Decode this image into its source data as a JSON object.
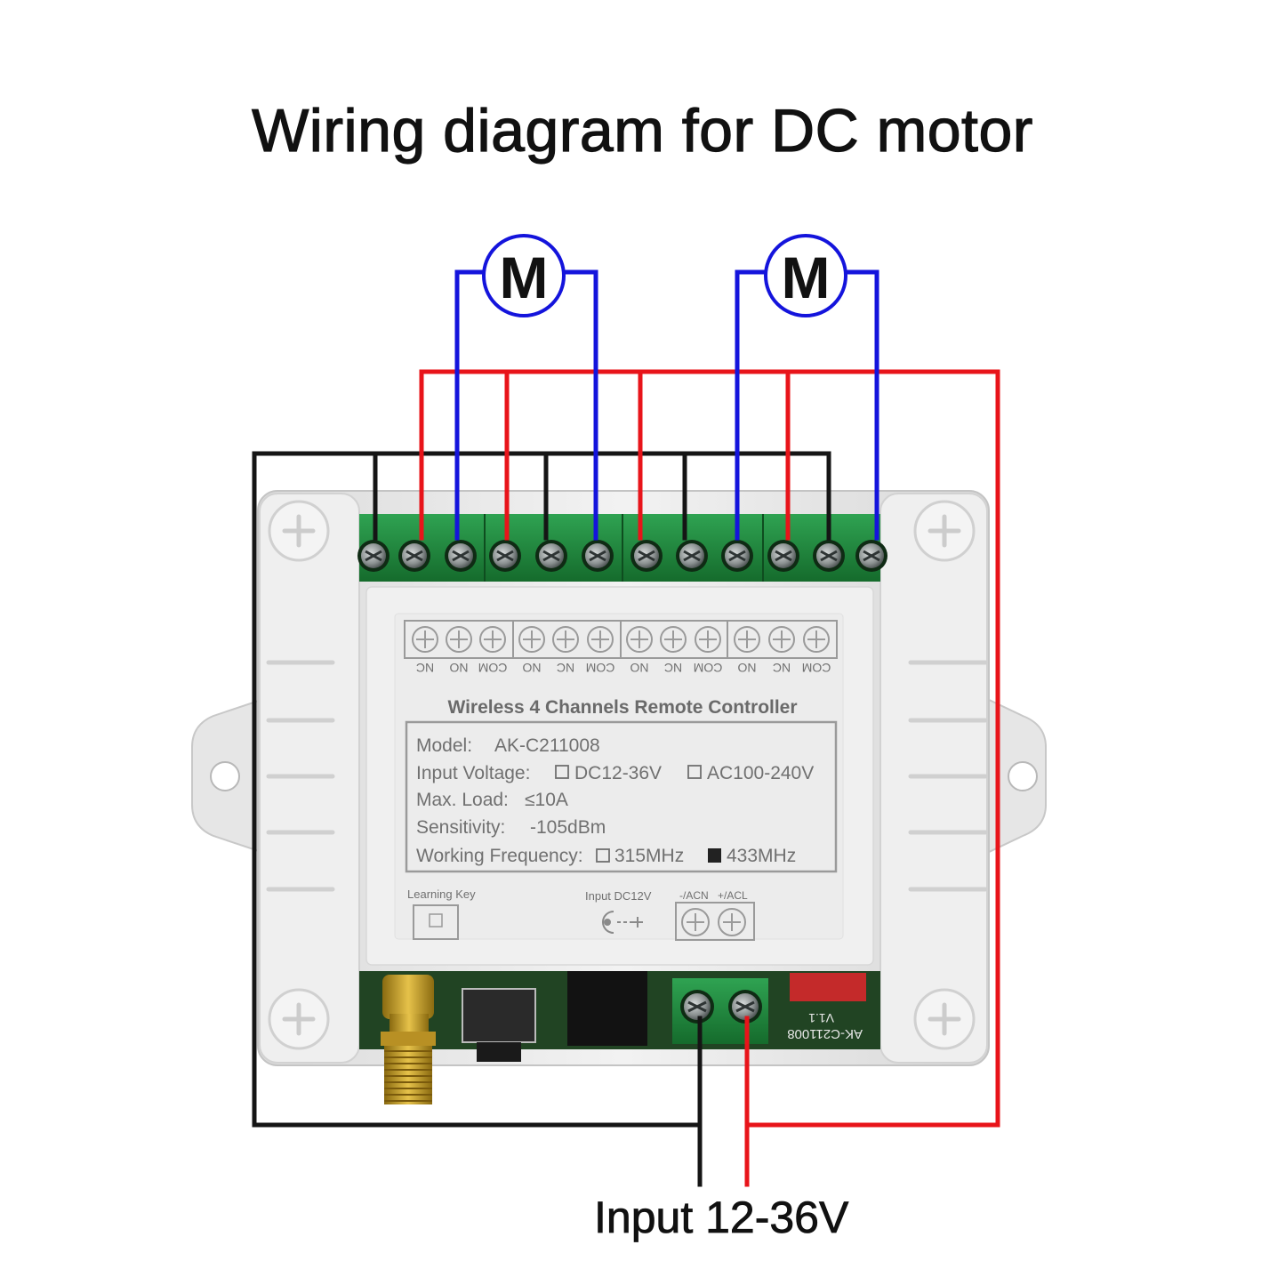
{
  "title": "Wiring diagram for DC motor",
  "motor_symbol": "M",
  "power_input_label": "Input 12-36V",
  "colors": {
    "positive": "#e8141a",
    "motor_wire": "#1414dc",
    "negative": "#151515",
    "terminal_block": "#1f8a3c",
    "case": "#ececec"
  },
  "device": {
    "terminal_labels": [
      "NC",
      "NO",
      "COM",
      "NO",
      "NC",
      "COM",
      "NO",
      "NC",
      "COM",
      "NO",
      "NC",
      "COM"
    ],
    "name": "Wireless 4 Channels Remote Controller",
    "model_label": "Model:",
    "model_value": "AK-C211008",
    "input_voltage_label": "Input Voltage:",
    "voltage_option_dc": "DC12-36V",
    "voltage_option_ac": "AC100-240V",
    "max_load_label": "Max. Load:",
    "max_load_value": "≤10A",
    "sensitivity_label": "Sensitivity:",
    "sensitivity_value": "-105dBm",
    "frequency_label": "Working Frequency:",
    "frequency_option_1": "315MHz",
    "frequency_option_2": "433MHz",
    "learning_key_label": "Learning Key",
    "dc_input_label": "Input DC12V",
    "power_terminal_neg": "-/ACN",
    "power_terminal_pos": "+/ACL",
    "pcb_model": "AK-C211008",
    "pcb_version": "V1.1"
  }
}
